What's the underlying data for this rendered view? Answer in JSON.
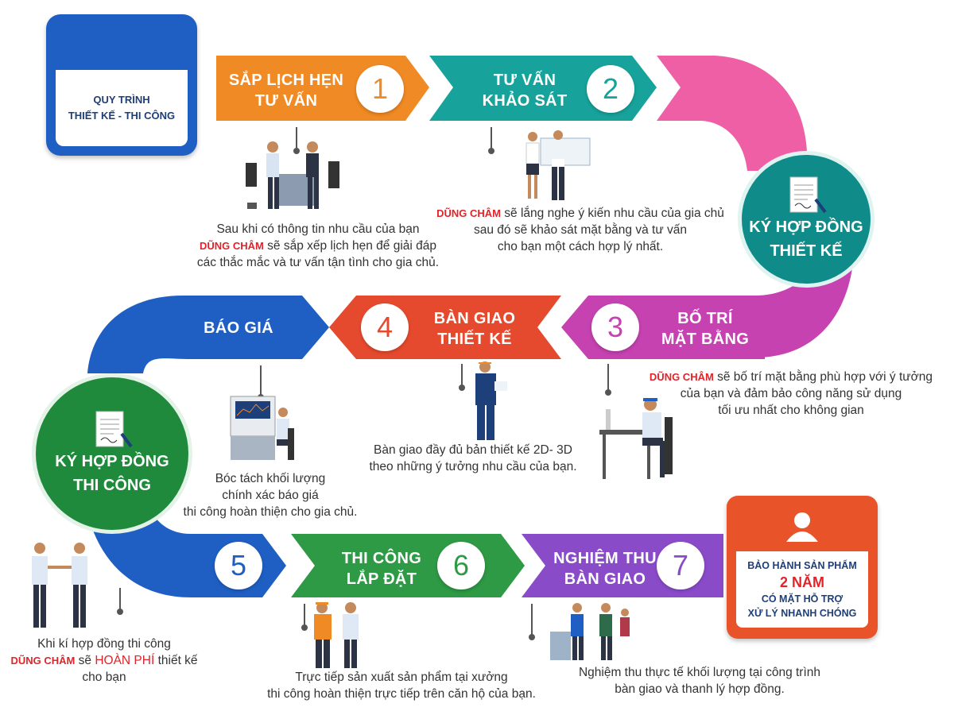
{
  "title_box": {
    "line1": "QUY TRÌNH",
    "line2": "THIẾT KẾ - THI CÔNG"
  },
  "brand": "DŨNG CHÂM",
  "steps": [
    {
      "label1": "SẮP LỊCH HẸN",
      "label2": "TƯ VẤN",
      "number": "1",
      "color": "#f08a24",
      "desc_pre": "Sau khi có thông tin nhu cầu của bạn",
      "desc_after": "sẽ sắp xếp lịch hẹn để giải đáp",
      "desc3": "các thắc mắc và tư vấn tận tình cho gia chủ."
    },
    {
      "label1": "TƯ VẤN",
      "label2": "KHẢO SÁT",
      "number": "2",
      "color": "#17a39b",
      "desc_after": "sẽ lắng nghe ý kiến nhu cầu của gia chủ",
      "desc2": "sau đó sẽ khảo sát mặt bằng và tư vấn",
      "desc3": "cho bạn một cách hợp lý nhất."
    },
    {
      "label1": "BỐ TRÍ",
      "label2": "MẶT BẰNG",
      "number": "3",
      "color": "#c542b0",
      "desc_after": "sẽ bố trí mặt bằng phù hợp với ý tưởng",
      "desc2": "của bạn và đảm bảo công năng sử dụng",
      "desc3": "tối ưu nhất cho không gian"
    },
    {
      "label1": "BÀN GIAO",
      "label2": "THIẾT KẾ",
      "number": "4",
      "color": "#e64a2e",
      "desc1": "Bàn giao đầy đủ bản thiết kế 2D- 3D",
      "desc2": "theo những ý tưởng nhu cầu của bạn."
    },
    {
      "number": "5",
      "color": "#1f5fc4",
      "desc1": "Khi kí hợp đồng thi công",
      "desc_mid": "sẽ",
      "desc_hl": "HOÀN PHÍ",
      "desc_end": "thiết kế",
      "desc3": "cho bạn"
    },
    {
      "label1": "THI CÔNG",
      "label2": "LẮP ĐẶT",
      "number": "6",
      "color": "#2e9a45",
      "desc1": "Trực tiếp sản xuất sản phẩm tại xưởng",
      "desc2": "thi công hoàn thiện trực tiếp trên căn hộ của bạn."
    },
    {
      "label1": "NGHIỆM THU",
      "label2": "BÀN GIAO",
      "number": "7",
      "color": "#8a4bc9",
      "desc1": "Nghiệm thu thực tế khối lượng tại công trình",
      "desc2": "bàn giao và thanh lý hợp đồng."
    }
  ],
  "bao_gia": {
    "label": "BÁO GIÁ",
    "desc1": "Bóc tách khối lượng",
    "desc2": "chính xác báo giá",
    "desc3": "thi công hoàn thiện cho gia chủ."
  },
  "contract_design": {
    "line1": "KÝ HỢP ĐỒNG",
    "line2": "THIẾT KẾ"
  },
  "contract_build": {
    "line1": "KÝ HỢP ĐỒNG",
    "line2": "THI CÔNG"
  },
  "warranty": {
    "line1": "BẢO HÀNH SẢN PHẨM",
    "years": "2 NĂM",
    "line3": "CÓ MẶT HỖ TRỢ",
    "line4": "XỬ LÝ NHANH CHÓNG"
  },
  "colors": {
    "blue": "#1f5fc4",
    "orange": "#f08a24",
    "teal": "#17a39b",
    "pink": "#ef5fa6",
    "magenta": "#c542b0",
    "red_orange": "#e64a2e",
    "green": "#2e9a45",
    "purple": "#8a4bc9",
    "dark_teal": "#0f8c8a",
    "dark_green": "#1f8a3c"
  }
}
